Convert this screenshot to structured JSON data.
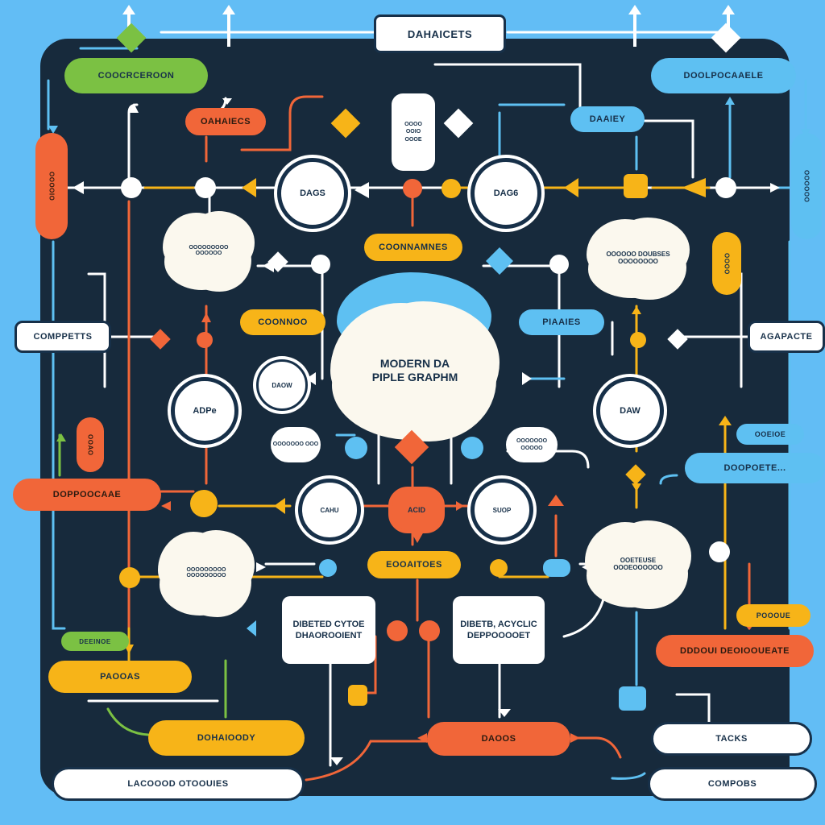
{
  "colors": {
    "background": "#62bdf5",
    "board": "#172a3c",
    "line_blue": "#5ec0f2",
    "line_orange": "#f16639",
    "line_yellow": "#f7b418",
    "line_white": "#ffffff",
    "green": "#7bc143",
    "cream": "#fbf8ee"
  },
  "center": {
    "title": "MODERN DA PIPLE GRAPHM"
  },
  "header": {
    "top_label": "DAHAICETS"
  },
  "pills": {
    "top_left_green": "COOCRCEROON",
    "orange_upper": "OAHAIECS",
    "right_top_blue": "DOOLPOCAAELE",
    "blue_small": "DAAIEY",
    "yellow_mid": "COONNAMNES",
    "left_white": "COMPPETTS",
    "right_white": "AGAPACTE",
    "yellow_center_left": "COONNOO",
    "blue_center_right": "PIAAIES",
    "orange_left": "DOPPOOCAAE",
    "blue_right": "DOOPOETE...",
    "yellow_small_right": "OOEIOE",
    "yellow_bottom_center": "EOOAITOES",
    "yellow_small_lower_right": "POOOUE",
    "orange_right": "DDDOUI DEOIOOUEATE",
    "green_small": "DEEINOE",
    "yellow_bottom_left": "PAOOAS",
    "yellow_footer_left": "DOHAIOODY",
    "orange_bottom_center": "DAOOS",
    "white_tasks": "TACKS",
    "white_compobs": "COMPOBS",
    "white_footer": "LACOOOD OTOOUIES",
    "vertical_orange_left": "OOOOIO",
    "vertical_blue_right": "OOOOOO",
    "vertical_orange_small": "OOAO",
    "vertical_yellow_right": "OOOO"
  },
  "nodes": {
    "dags_left": "DAGS",
    "dags_right": "DAG6",
    "adpe": "ADPe",
    "daw": "DAW",
    "daow": "DAOW",
    "acid": "ACID",
    "cahu": "CAHU",
    "suop": "SUOP",
    "pill_box_top": "OOOO OOIO OOOE",
    "cloud_upper_left": "OOOOOOOOO OOOOOO",
    "cloud_upper_right": "OOOOOO DOUBSES OOOOOOOO",
    "cloud_lower_left": "OOOOOOOOO OOOOOOOOO",
    "cloud_lower_right": "OOETEUSE OOOEOOOOOO",
    "small_cloud_left": "OOOOOOO OOO",
    "small_cloud_right": "OOOOOOO OOOOO",
    "box_directed": "DIBETED CYTOE DHAOROOIENT",
    "box_acyclic": "DIBETB, ACYCLIC DEPPOOOOET"
  }
}
